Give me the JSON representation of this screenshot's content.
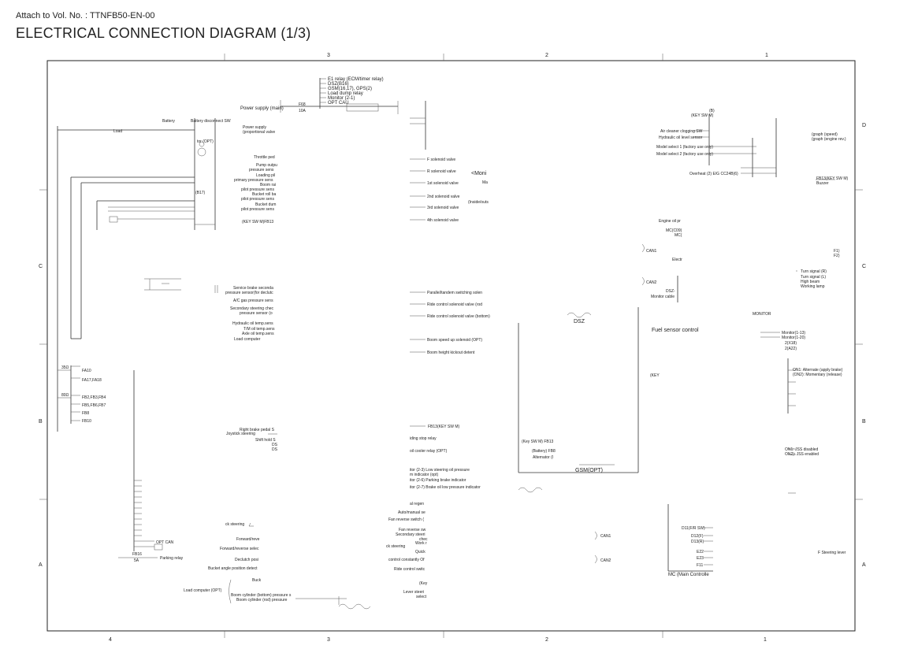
{
  "header": {
    "attach": "Attach to Vol. No. : TTNFB50-EN-00",
    "title": "ELECTRICAL CONNECTION DIAGRAM (1/3)"
  },
  "grid": {
    "cols_top": [
      "3",
      "2",
      "1"
    ],
    "cols_bottom": [
      "4",
      "3",
      "2",
      "1"
    ],
    "rows": [
      "D",
      "C",
      "B",
      "A"
    ]
  },
  "top_relays": {
    "items": [
      "E1 relay (ECM/timer relay)",
      "DSZ(B16)",
      "GSM(16,17), GPS(2)",
      "Load dump relay",
      "Monitor (2-1)",
      "OPT CAU"
    ],
    "power_main": "Power supply (main)",
    "fuse": "F68",
    "fuse_amp": "10A"
  },
  "left_labels": {
    "battery": "Battery",
    "battery_disconnect": "Battery disconnect SW",
    "tor_opt": "tor (OPT)",
    "b17": "(B17)",
    "load": "Load",
    "power_prop": [
      "Power supply",
      "(proportional valve"
    ],
    "throttle": "Throttle ped",
    "pump": [
      "Pump outpu",
      "pressure sens"
    ],
    "loading": [
      "Loading pil",
      "primary pressure sens"
    ],
    "boom": [
      "Boom rai",
      "pilot pressure sens"
    ],
    "bucket": [
      "Bucket roll ba",
      "pilot pressure sens"
    ],
    "bucket_dump": [
      "Bucket dum",
      "pilot pressure sens"
    ],
    "key_sw": "(KEY SW M)FB13",
    "service_brake": [
      "Service brake seconda",
      "pressure sensor(for declutc"
    ],
    "ac_gas": "A/C gas pressure sens",
    "secondary_steering": [
      "Secondary steering chec",
      "pressure sensor (o"
    ],
    "hydraulic_oil": "Hydraulic oil temp.sens",
    "tm_oil": "T/M oil temp.sens",
    "axle_oil": "Axle oil temp.sens",
    "load_computer": "Load computer",
    "right_brake": "Right brake pedal S",
    "joystick": "Joystick steering",
    "shift_hold": "Shift hold S",
    "ds1": "DS",
    "ds2": "DS"
  },
  "fuses": {
    "fa10": "FA10",
    "fa17": "FA17,FA18",
    "fb2": "FB2,FB3,FB4",
    "fb5": "FB5,FB6,FB7",
    "fb8": "FB8",
    "fb10": "FB10",
    "val_35": "35Ω",
    "val_80": "80Ω",
    "fb16": "FB16",
    "fb16_amp": "5A",
    "parking_relay": "Parking relay",
    "opt_can": "OPT CAN"
  },
  "lower_left": {
    "forward_reverse": "Forward/reve",
    "forward_reverse_select": "Forward/reverse selec",
    "declutch": "Declutch posi",
    "bucket_angle": "Bucket angle position detect",
    "bucket": "Buck",
    "load_computer_opt": "Load computer (OPT)",
    "boom_cyl_bottom": "Boom cylinder (bottom) pressure s",
    "boom_cyl_rod": "Boom cylinder (rod) pressure",
    "ck_steering": "ck steering"
  },
  "center_valves": {
    "f_sol": "F solenoid valve",
    "r_sol": "R solenoid valve",
    "sol1": "1st solenoid valve",
    "sol2": "2nd solenoid valve",
    "sol3": "3rd solenoid valve",
    "sol4": "4th solenoid valve",
    "monitor": "<Moni",
    "ma": "Ma",
    "inside": "(Inside/outs",
    "parallel": "Parallel/tandem switching solen",
    "ride_top": "Ride control solenoid valve (rod",
    "ride_bottom": "Ride control solenoid valve (bottom)",
    "boom_speed": "Boom speed up solenoid (OPT)",
    "boom_height": "Boom height kickout detent",
    "dsz": "DSZ",
    "fb13": "FB13(KEY SW M)",
    "sliding": "iding stop relay",
    "oil_cooler": "oil cooler relay (OPT)",
    "low_steering": [
      "itor (2-3) Low steering oil pressure",
      "m indicator (opt)"
    ],
    "parking_brake": "itor (2-6) Parking brake indicator",
    "brake_oil": "itor (2-7) Brake oil low pressure indicator",
    "regen": "al regen",
    "auto_manual": "Auto/manual se",
    "fan_reverse": "Fan reverse switch (",
    "fan_reverse2": "Fan reverse sw",
    "secondary_steer": [
      "Secondary steeri",
      "chec"
    ],
    "work": "Work r",
    "steering": "ck steering",
    "quick": "Quick",
    "control_constantly": "control constantly Of",
    "ride_control_sw": "Ride control switc",
    "key": "(Key",
    "lever_steer": [
      "Lever steeri",
      "select"
    ],
    "gsm": "GSM(OPT)",
    "key_sw_m": "(Key SW M) FB13",
    "battery_fb": "(Battery) FB8",
    "alternator": "Alternator (I"
  },
  "right_side": {
    "key_sw_m": "(KEY SW M)",
    "b": "(B)",
    "air_cleaner": "Air cleaner clogging SW",
    "hydraulic_level": "Hydraulic oil level sensor",
    "model1": "Model select 1 (factory use only)",
    "model2": "Model select 2 (factory use only)",
    "overheat": "Overheat (2) E/G CC24B(6)",
    "graph_speed": "(graph (speed)",
    "graph_engine": "(graph (engine rev.)",
    "fb13_key": "FB13(KEY SW M)",
    "buzzer": "Buzzer",
    "engine_oil": "Engine oil pr",
    "mc_c09": "MC(C09)",
    "mc": "MC(",
    "can1": "CAN1",
    "electr": "Electr",
    "can2": "CAN2",
    "dsz_monitor": [
      "DSZ-",
      "Monitor cable"
    ],
    "f1": "F1)",
    "f2": "F2)",
    "turn_r": "Turn signal (R)",
    "turn_l": "Turn signal (L)",
    "high_beam": "High beam",
    "working_lamp": "Working lamp",
    "monitor_label": "MONITOR",
    "fuel_sensor": "Fuel sensor control",
    "monitor_1_13": "Monitor(1-13)",
    "monitor_1_20": "Monitor(1-20)",
    "x18": "2(X18)",
    "a22": "2(A22)",
    "key": "(KEY",
    "on1": "ON1: Alternate (apply brake)",
    "on2": "(ON2): Momentary (release)",
    "jss_disabled": "ON1: JSS disabled",
    "jss_enabled": "ON2): JSS enabled",
    "d11": "D11(F/R SW)",
    "d12": "D12(F)",
    "d13": "D13(R)",
    "e22": "E22",
    "e23": "E23",
    "f11": "F11",
    "can1b": "CAN1",
    "can2b": "CAN2",
    "mc_main": "MC (Main Controlle",
    "steering_lever": "F Steering lever"
  }
}
